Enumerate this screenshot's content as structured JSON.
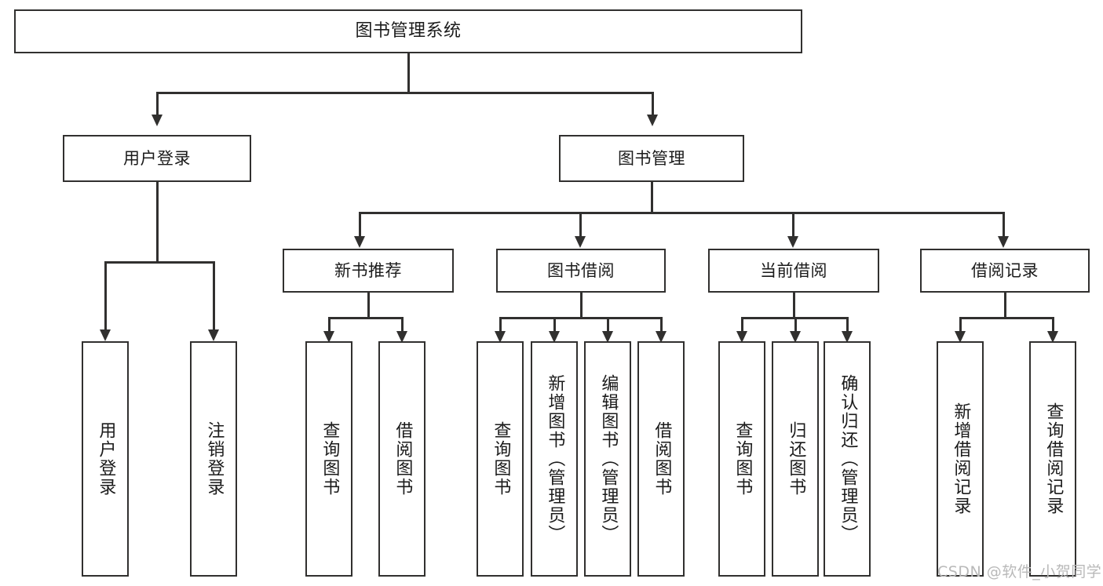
{
  "diagram": {
    "type": "tree-hierarchy",
    "title": "图书管理系统",
    "watermark": "CSDN @软件_小贺同学",
    "colors": {
      "background": "#ffffff",
      "stroke": "#31302f",
      "text": "#1b1b1b",
      "watermark": "#b9b9b9"
    },
    "nodes": {
      "root": {
        "label": "图书管理系统"
      },
      "level2": [
        {
          "id": "user-login",
          "label": "用户登录"
        },
        {
          "id": "book-manage",
          "label": "图书管理"
        }
      ],
      "level3": [
        {
          "id": "new-book-recommend",
          "label": "新书推荐"
        },
        {
          "id": "book-borrow",
          "label": "图书借阅"
        },
        {
          "id": "current-borrow",
          "label": "当前借阅"
        },
        {
          "id": "borrow-record",
          "label": "借阅记录"
        }
      ],
      "leaves": {
        "user-login": [
          {
            "id": "login",
            "label": "用户登录"
          },
          {
            "id": "logout",
            "label": "注销登录"
          }
        ],
        "new-book-recommend": [
          {
            "id": "query-book-1",
            "label": "查询图书"
          },
          {
            "id": "borrow-book-1",
            "label": "借阅图书"
          }
        ],
        "book-borrow": [
          {
            "id": "query-book-2",
            "label": "查询图书"
          },
          {
            "id": "add-book",
            "label": "新增图书（管理员）"
          },
          {
            "id": "edit-book",
            "label": "编辑图书（管理员）"
          },
          {
            "id": "borrow-book-2",
            "label": "借阅图书"
          }
        ],
        "current-borrow": [
          {
            "id": "query-book-3",
            "label": "查询图书"
          },
          {
            "id": "return-book",
            "label": "归还图书"
          },
          {
            "id": "confirm-return",
            "label": "确认归还（管理员）"
          }
        ],
        "borrow-record": [
          {
            "id": "add-borrow-record",
            "label": "新增借阅记录"
          },
          {
            "id": "query-borrow-record",
            "label": "查询借阅记录"
          }
        ]
      }
    }
  }
}
